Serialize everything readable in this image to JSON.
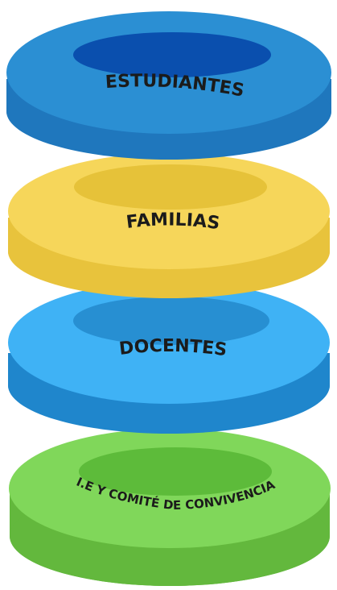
{
  "diagram": {
    "layers": [
      {
        "label": "ESTUDIANTES",
        "color_top": "#2b8fd3",
        "color_side": "#1f77bd",
        "color_hole": "#0a4fae"
      },
      {
        "label": "FAMILIAS",
        "color_top": "#f6d65a",
        "color_side": "#e8c33c",
        "color_hole": "#e6c239"
      },
      {
        "label": "DOCENTES",
        "color_top": "#3fb2f5",
        "color_side": "#1f86cc",
        "color_hole": "#278fd2"
      },
      {
        "label": "I.E Y  COMITÉ DE  CONVIVENCIA",
        "color_top": "#80d75a",
        "color_side": "#63b83d",
        "color_hole": "#5dbb3a"
      }
    ]
  }
}
